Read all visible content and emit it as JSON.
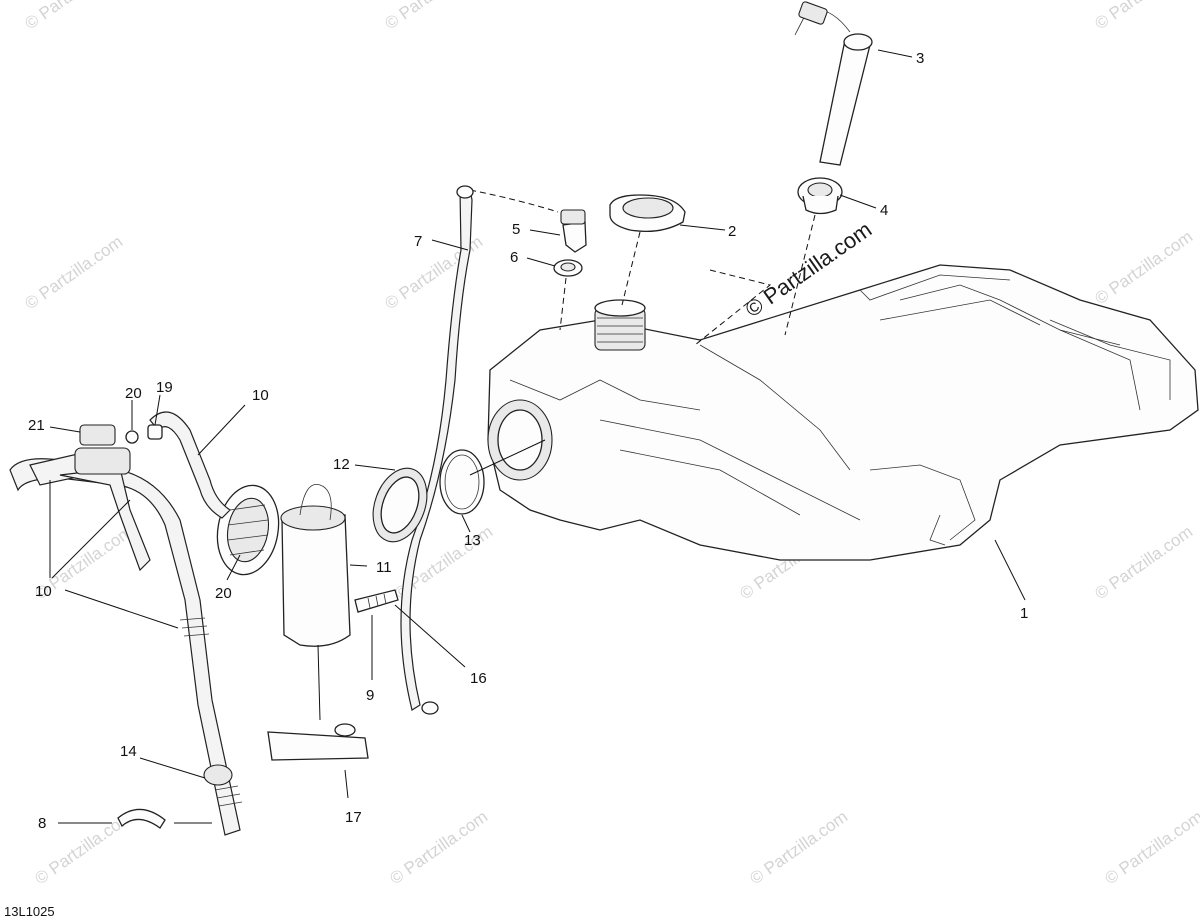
{
  "diagram": {
    "code": "13L1025",
    "watermark": "© Partzilla.com",
    "watermark_main": "© Partzilla.com",
    "callouts": [
      "1",
      "2",
      "3",
      "4",
      "5",
      "6",
      "7",
      "8",
      "9",
      "10",
      "10",
      "10",
      "11",
      "12",
      "13",
      "14",
      "16",
      "17",
      "19",
      "20",
      "20",
      "21"
    ]
  },
  "colors": {
    "line": "#222222",
    "watermark": "#d4d4d4",
    "background": "#ffffff"
  }
}
